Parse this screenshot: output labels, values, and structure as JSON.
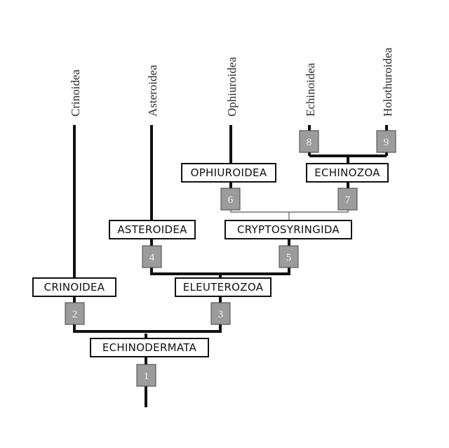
{
  "tips": [
    {
      "id": "crinoidea",
      "label": "Crinoidea"
    },
    {
      "id": "asteroidea",
      "label": "Asteroidea"
    },
    {
      "id": "ophiuroidea",
      "label": "Ophiuroidea"
    },
    {
      "id": "echinoidea",
      "label": "Echinoidea"
    },
    {
      "id": "holothuroidea",
      "label": "Holothuroidea"
    }
  ],
  "clades": [
    {
      "id": "echinodermata",
      "label": "ECHINODERMATA"
    },
    {
      "id": "crinoidea",
      "label": "CRINOIDEA"
    },
    {
      "id": "eleuterozoa",
      "label": "ELEUTEROZOA"
    },
    {
      "id": "asteroidea",
      "label": "ASTEROIDEA"
    },
    {
      "id": "cryptosyringida",
      "label": "CRYPTOSYRINGIDA"
    },
    {
      "id": "ophiuroidea",
      "label": "OPHIUROIDEA"
    },
    {
      "id": "echinozoa",
      "label": "ECHINOZOA"
    }
  ],
  "nodes": [
    "1",
    "2",
    "3",
    "4",
    "5",
    "6",
    "7",
    "8",
    "9"
  ]
}
